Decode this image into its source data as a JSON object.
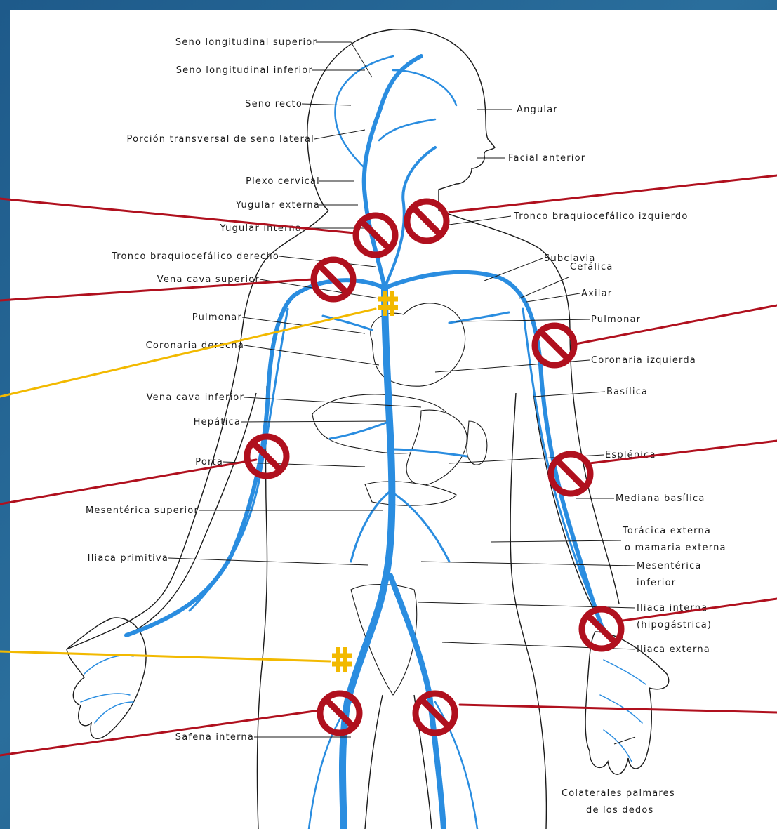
{
  "labels_left": [
    "Seno longitudinal superior",
    "Seno longitudinal inferior",
    "Seno recto",
    "Porción transversal de seno lateral",
    "Plexo cervical",
    "Yugular externa",
    "Yugular interna",
    "Tronco braquiocefálico derecho",
    "Vena cava superior",
    "Pulmonar",
    "Coronaria derecha",
    "Vena cava inferior",
    "Hepática",
    "Porta",
    "Mesentérica superior",
    "Iliaca primitiva",
    "Safena interna"
  ],
  "labels_right": [
    "Angular",
    "Facial anterior",
    "Tronco braquiocefálico izquierdo",
    "Subclavia",
    "Cefálica",
    "Axilar",
    "Pulmonar",
    "Coronaria izquierda",
    "Basílica",
    "Esplénica",
    "Mediana basílica",
    "Torácica externa",
    "o mamaria externa",
    "Mesentérica",
    "inferior",
    "Iliaca interna",
    "(hipogástrica)",
    "Iliaca externa",
    "Colaterales palmares",
    "de los dedos"
  ],
  "colors": {
    "background": "#1e5a8a",
    "no_symbol": "#b0101e",
    "pointer_red": "#b0101e",
    "pointer_yellow": "#f2b900",
    "connector": "#f2b900",
    "vein": "#2a8de0"
  },
  "icons": {
    "no_symbol": "prohibition-icon",
    "connector": "connector-icon"
  }
}
